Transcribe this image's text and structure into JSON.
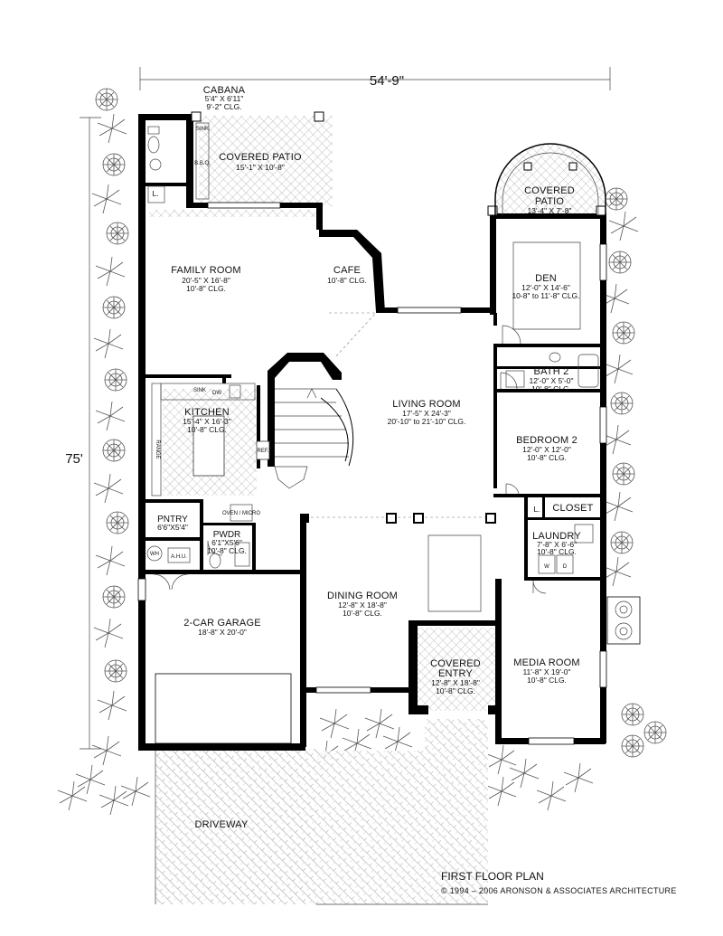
{
  "dimensions": {
    "width": "54'-9\"",
    "depth": "75'"
  },
  "rooms": {
    "cabana": {
      "name": "CABANA",
      "dim": "5'4\" X 6'11\"",
      "ceiling": "9'-2\" CLG."
    },
    "covered_patio": {
      "name": "COVERED PATIO",
      "dim": "15'-1\" X 10'-8\""
    },
    "covered_patio2": {
      "name": "COVERED",
      "name2": "PATIO",
      "dim": "13'-4\" X 7'-8\""
    },
    "family_room": {
      "name": "FAMILY ROOM",
      "dim": "20'-5\" X 16'-8\"",
      "ceiling": "10'-8\" CLG."
    },
    "cafe": {
      "name": "CAFE",
      "ceiling": "10'-8\" CLG."
    },
    "den": {
      "name": "DEN",
      "dim": "12'-0\" X 14'-6\"",
      "ceiling": "10-8\" to 11'-8\" CLG."
    },
    "bath2": {
      "name": "BATH 2",
      "dim": "12'-0\" X 5'-0\"",
      "ceiling": "10'-8\" CLG."
    },
    "living_room": {
      "name": "LIVING ROOM",
      "dim": "17'-5\" X 24'-3\"",
      "ceiling": "20'-10\" to 21'-10\" CLG."
    },
    "kitchen": {
      "name": "KITCHEN",
      "dim": "15'-4\" X 16'-3\"",
      "ceiling": "10'-8\" CLG."
    },
    "bedroom2": {
      "name": "BEDROOM 2",
      "dim": "12'-0\" X 12'-0\"",
      "ceiling": "10'-8\" CLG."
    },
    "closet": {
      "name": "CLOSET"
    },
    "pantry": {
      "name": "PNTRY",
      "dim": "6'6\"X5'4\""
    },
    "powder": {
      "name": "PWDR",
      "dim": "6'1\"X5'6\"",
      "ceiling": "10'-8\" CLG."
    },
    "laundry": {
      "name": "LAUNDRY",
      "dim": "7'-8\" X 6'-6\"",
      "ceiling": "10'-8\" CLG."
    },
    "dining_room": {
      "name": "DINING ROOM",
      "dim": "12'-8\" X 18'-8\"",
      "ceiling": "10'-8\" CLG."
    },
    "garage": {
      "name": "2-CAR GARAGE",
      "dim": "18'-8\" X 20'-0\""
    },
    "covered_entry": {
      "name": "COVERED",
      "name2": "ENTRY",
      "dim": "12'-8\" X 18'-8\"",
      "ceiling": "10'-8\" CLG."
    },
    "media_room": {
      "name": "MEDIA ROOM",
      "dim": "11'-8\" X 19'-0\"",
      "ceiling": "10'-8\" CLG."
    },
    "driveway": {
      "name": "DRIVEWAY"
    }
  },
  "fixtures": {
    "sink": "SINK",
    "bbq": "B.B.Q.",
    "dw": "DW",
    "range": "RANGE",
    "ref": "REF.",
    "oven": "OVEN / MICRO",
    "wh": "WH",
    "ahu": "A.H.U.",
    "w": "W",
    "d": "D",
    "linen1": "L.",
    "linen2": "L."
  },
  "footer": {
    "title": "FIRST FLOOR PLAN",
    "copyright": "© 1994 – 2006 ARONSON & ASSOCIATES ARCHITECTURE"
  }
}
